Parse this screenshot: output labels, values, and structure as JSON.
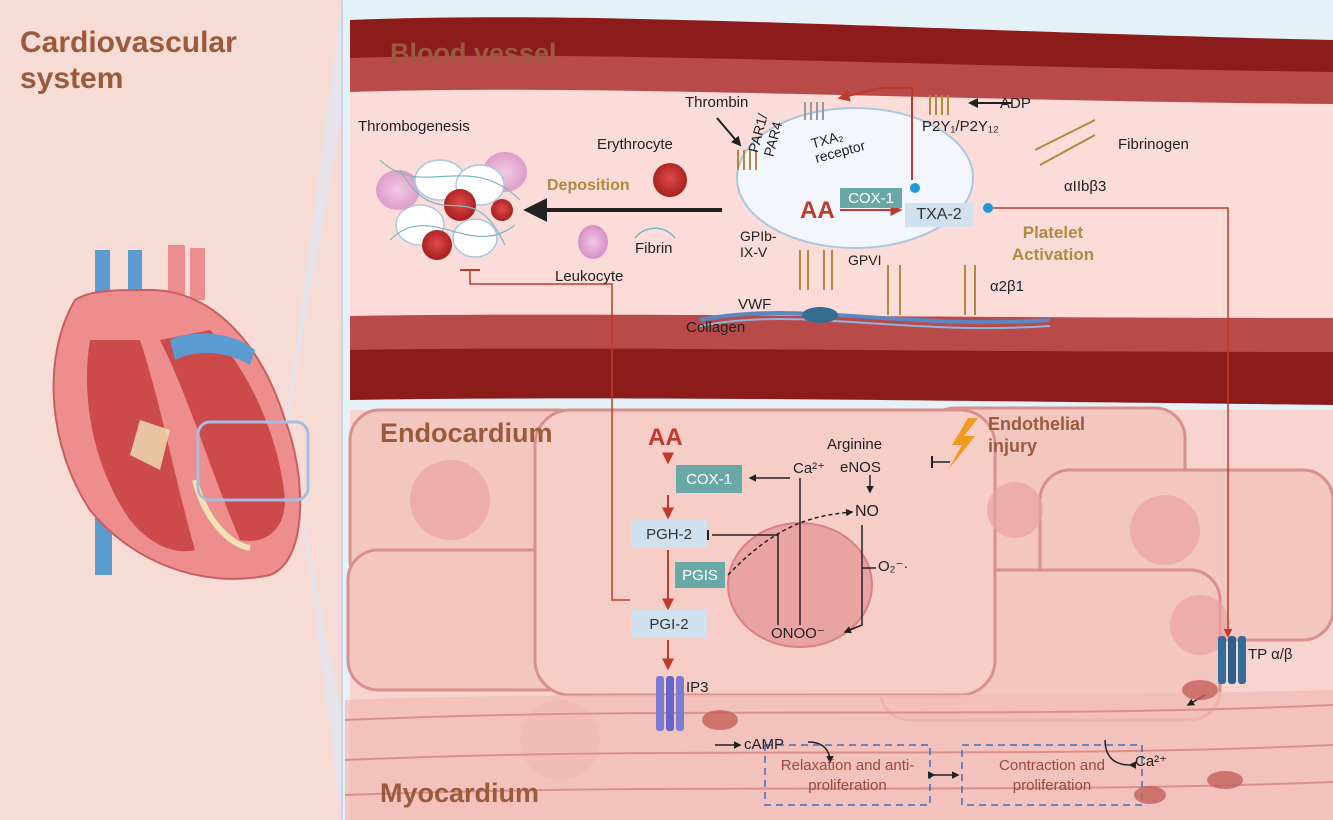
{
  "panel_title": "Cardiovascular system",
  "regions": {
    "blood_vessel": "Blood vessel",
    "endocardium": "Endocardium",
    "myocardium": "Myocardium"
  },
  "vessel": {
    "thrombogenesis": "Thrombogenesis",
    "erythrocyte": "Erythrocyte",
    "deposition": "Deposition",
    "fibrin": "Fibrin",
    "leukocyte": "Leukocyte",
    "thrombin": "Thrombin",
    "par": "PAR1/ PAR4",
    "txa2_receptor": "TXA₂ receptor",
    "p2y": "P2Y₁/P2Y₁₂",
    "adp": "ADP",
    "fibrinogen": "Fibrinogen",
    "aiib": "αIIbβ3",
    "aa": "AA",
    "cox1": "COX-1",
    "txa2": "TXA-2",
    "platelet_activation": "Platelet Activation",
    "gpib": "GPIb- IX-V",
    "gpvi": "GPVI",
    "a2b1": "α2β1",
    "vwf": "VWF",
    "collagen": "Collagen"
  },
  "endo": {
    "aa": "AA",
    "cox1": "COX-1",
    "pgh2": "PGH-2",
    "pgis": "PGIS",
    "pgi2": "PGI-2",
    "arginine": "Arginine",
    "ca": "Ca²⁺",
    "enos": "eNOS",
    "no": "NO",
    "o2": "O₂⁻·",
    "onoo": "ONOO⁻",
    "endothelial_injury": "Endothelial injury"
  },
  "myo": {
    "ip3": "IP3",
    "camp": "cAMP",
    "tp": "TP α/β",
    "ca": "Ca²⁺",
    "relaxation": "Relaxation and anti-proliferation",
    "contraction": "Contraction and proliferation"
  },
  "colors": {
    "left_panel": "#f7dcd6",
    "vessel_wall": "#8c1c1c",
    "lumen": "#fbdcd8",
    "tissue": "#f4c6c0",
    "teal_box": "#6aa8a8",
    "blue_box": "#cfe0ef",
    "red_arrow": "#c0392b",
    "brown_text": "#9a5a3c",
    "gold_text": "#b08a3e"
  }
}
